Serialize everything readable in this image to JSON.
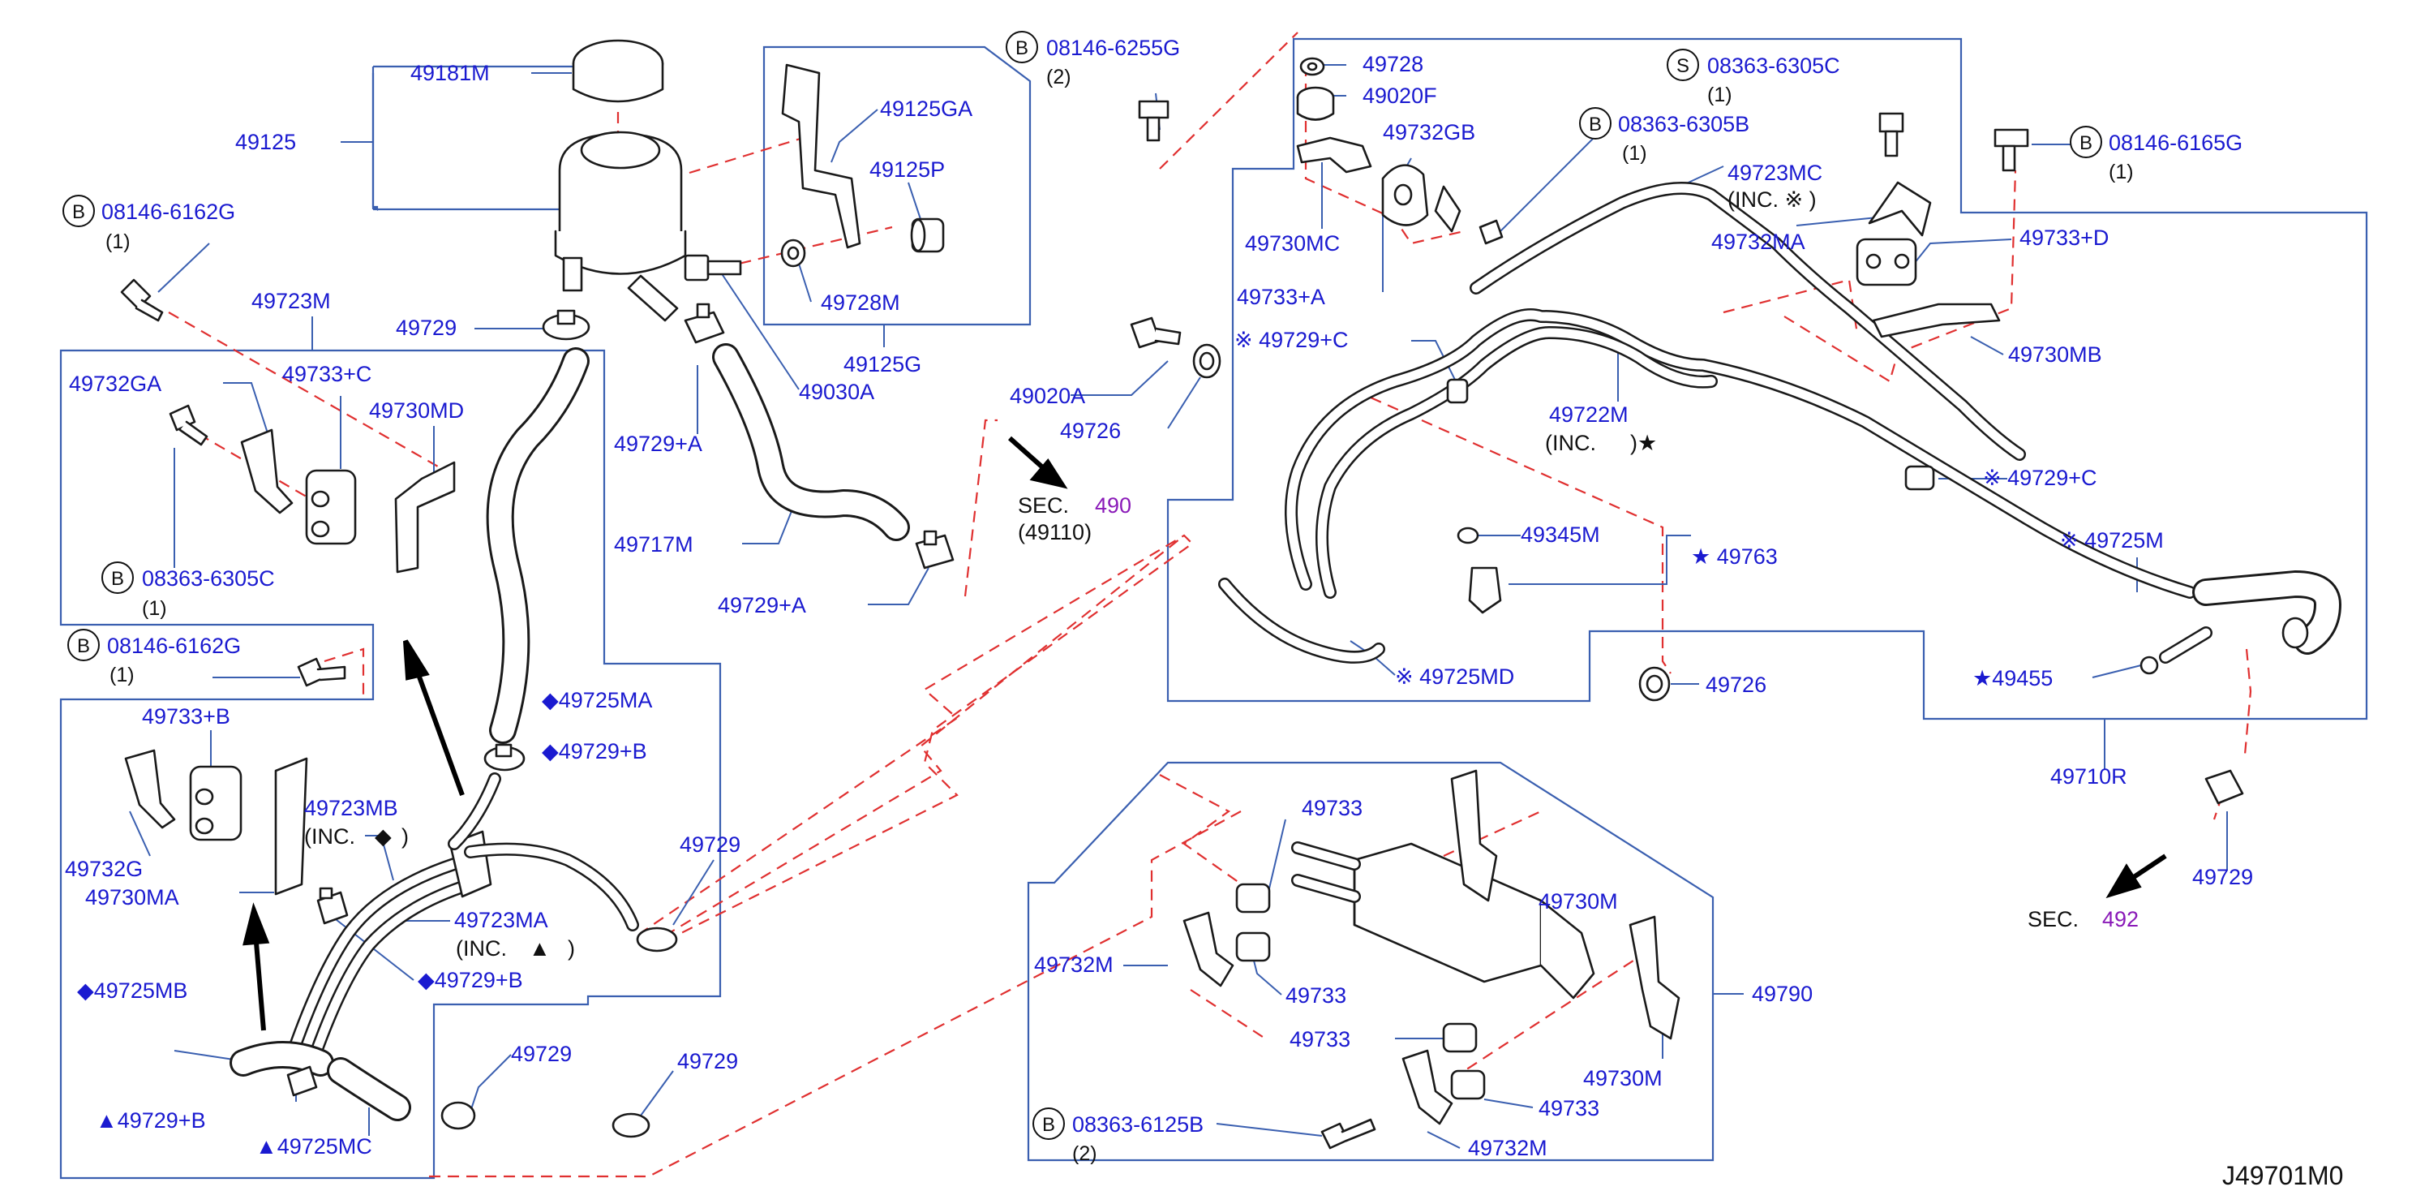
{
  "diagram_code": "J49701M0",
  "sections": [
    {
      "prefix": "SEC.",
      "number": "490",
      "ref": "(49110)"
    },
    {
      "prefix": "SEC.",
      "number": "492"
    }
  ],
  "bolts": [
    {
      "circle": "B",
      "part": "08146-6162G",
      "qty": "(1)"
    },
    {
      "circle": "B",
      "part": "08363-6305C",
      "qty": "(1)"
    },
    {
      "circle": "B",
      "part": "08146-6162G",
      "qty": "(1)"
    },
    {
      "circle": "B",
      "part": "08146-6255G",
      "qty": "(2)"
    },
    {
      "circle": "B",
      "part": "08363-6305B",
      "qty": "(1)"
    },
    {
      "circle": "S",
      "part": "08363-6305C",
      "qty": "(1)"
    },
    {
      "circle": "B",
      "part": "08146-6165G",
      "qty": "(1)"
    },
    {
      "circle": "B",
      "part": "08363-6125B",
      "qty": "(2)"
    }
  ],
  "labels": {
    "p49181M": "49181M",
    "p49125": "49125",
    "p49723M": "49723M",
    "p49729_top": "49729",
    "p49732GA": "49732GA",
    "p49733C": "49733+C",
    "p49730MD": "49730MD",
    "p49733B": "49733+B",
    "p49723MB": "49723MB",
    "p49723MB_inc": "(INC.",
    "p49723MB_sym": "◆",
    "p49723MB_close": ")",
    "p49732G": "49732G",
    "p49730MA": "49730MA",
    "p49723MA": "49723MA",
    "p49723MA_inc": "(INC.",
    "p49723MA_sym": "▲",
    "p49723MA_close": ")",
    "p49729B_mid": "◆49729+B",
    "p49725MB": "◆49725MB",
    "p49729B_bot": "▲49729+B",
    "p49725MC": "▲49725MC",
    "p49729_bot1": "49729",
    "p49729_bot2": "49729",
    "p49725MA": "◆49725MA",
    "p49729B_top": "◆49729+B",
    "p49729_c1": "49729",
    "p49717M": "49717M",
    "p49729A_1": "49729+A",
    "p49729A_2": "49729+A",
    "p49030A": "49030A",
    "p49125GA": "49125GA",
    "p49125P": "49125P",
    "p49728M": "49728M",
    "p49125G": "49125G",
    "p49020A": "49020A",
    "p49726_1": "49726",
    "p49728": "49728",
    "p49020F": "49020F",
    "p49732GB": "49732GB",
    "p49730MC": "49730MC",
    "p49733A": "49733+A",
    "p49729C_1": "※ 49729+C",
    "p49723MC": "49723MC",
    "p49723MC_inc": "(INC.  ※ )",
    "p49732MA": "49732MA",
    "p49733D": "49733+D",
    "p49730MB": "49730MB",
    "p49722M": "49722M",
    "p49722M_inc": "(INC.",
    "p49722M_sym": ")★",
    "p49729C_2": "※ 49729+C",
    "p49725M": "※ 49725M",
    "p49345M": "49345M",
    "p49763": "★ 49763",
    "p49725MD": "※  49725MD",
    "p49726_2": "49726",
    "p49455": "★49455",
    "p49710R": "49710R",
    "p49729_r": "49729",
    "p49733_1": "49733",
    "p49730M_1": "49730M",
    "p49732M_1": "49732M",
    "p49733_2": "49733",
    "p49733_3": "49733",
    "p49790": "49790",
    "p49730M_2": "49730M",
    "p49733_4": "49733",
    "p49732M_2": "49732M"
  }
}
